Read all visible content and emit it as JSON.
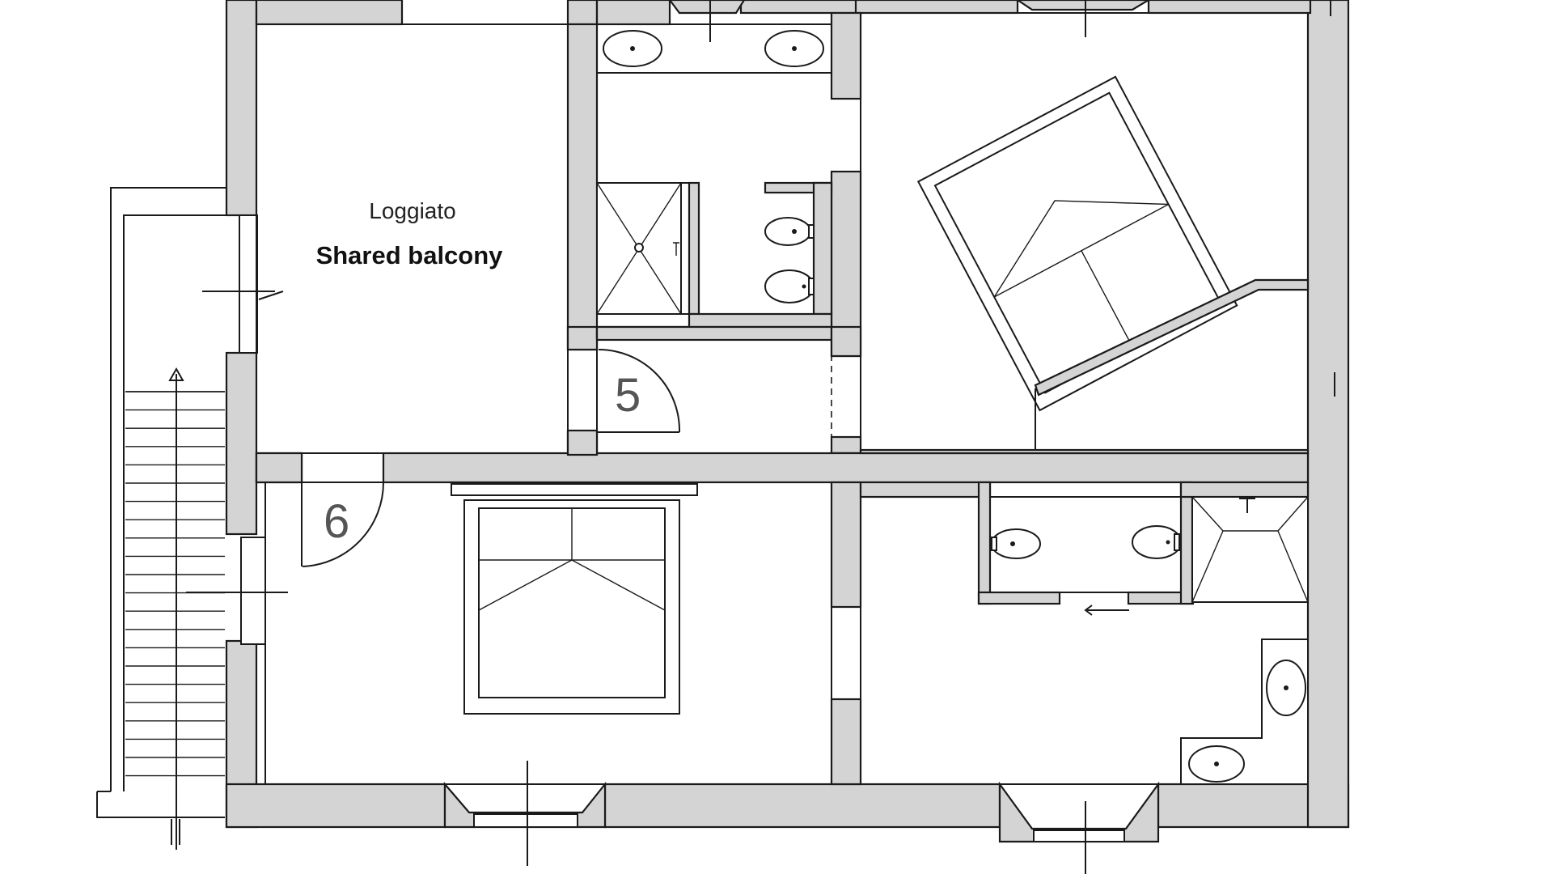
{
  "plan": {
    "balcony_label_it": "Loggiato",
    "balcony_label_en": "Shared balcony",
    "room_numbers": [
      "5",
      "6"
    ]
  },
  "colors": {
    "wall": "#d4d4d4",
    "line": "#1a1a1a",
    "background": "#ffffff"
  }
}
